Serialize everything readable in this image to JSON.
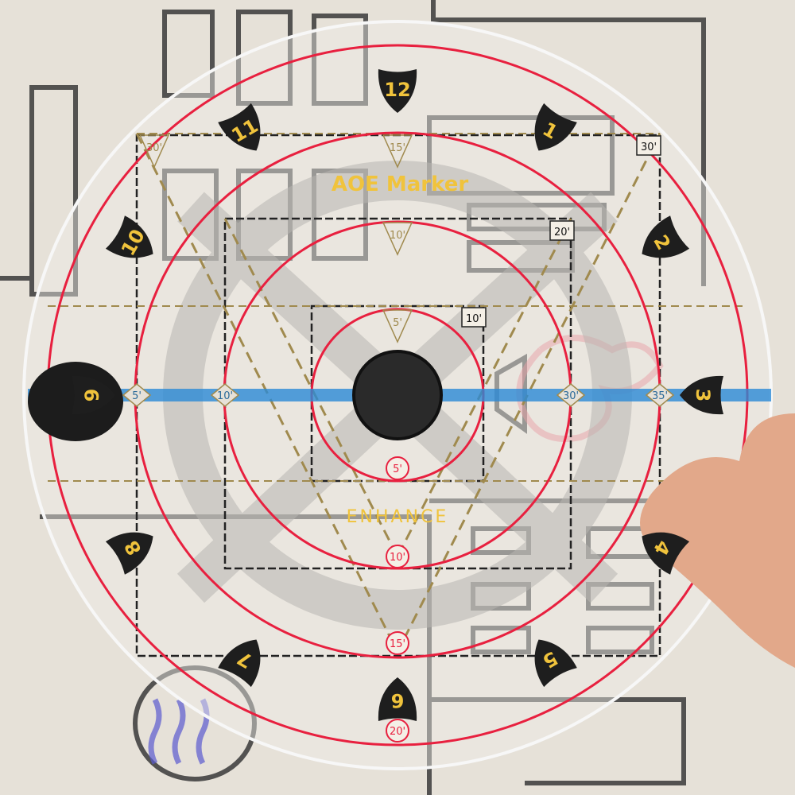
{
  "product": {
    "title": "AOE Marker",
    "brand": "ENHANCE"
  },
  "clock_numbers": [
    "12",
    "1",
    "2",
    "3",
    "4",
    "5",
    "6",
    "7",
    "8",
    "9",
    "10",
    "11"
  ],
  "ring_labels": [
    "5'",
    "10'",
    "15'",
    "20'"
  ],
  "square_labels": [
    "10'",
    "20'",
    "30'"
  ],
  "cone_labels": [
    "5'",
    "10'",
    "15'",
    "30'"
  ],
  "line_labels": [
    "5'",
    "10'",
    "30'",
    "35'"
  ],
  "colors": {
    "ring": "#e8203f",
    "cone": "#a08a4e",
    "line": "#2b8ad6",
    "title": "#f0c33c",
    "shield": "#1e1e1e"
  }
}
